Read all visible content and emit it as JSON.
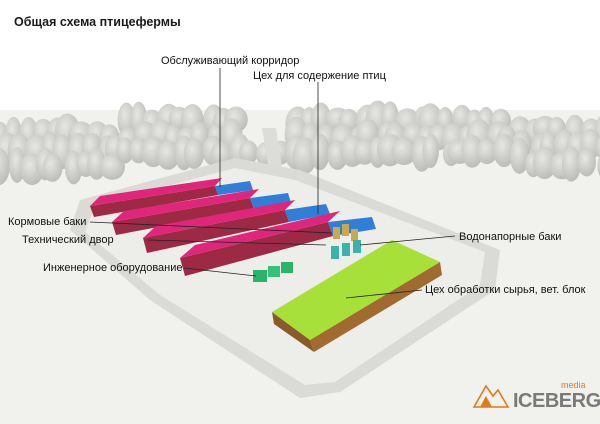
{
  "title": "Общая схема птицефермы",
  "labels": {
    "corridor": "Обслуживающий корридор",
    "bird_house": "Цех для содержение птиц",
    "feed_tanks": "Кормовые баки",
    "tech_yard": "Технический двор",
    "engineering": "Инженерное оборудование",
    "water_tanks": "Водонапорные баки",
    "processing": "Цех обработки сырья, вет. блок"
  },
  "logo": {
    "brand": "ICEBERG",
    "tag": "media",
    "mark": "mountain-logo-icon"
  },
  "colors": {
    "bird_house_roof": "#e0267a",
    "corridor": "#2f7fd8",
    "processing_roof": "#a8e03a",
    "engineering": "#2bb36a",
    "ground": "#f1f1ee",
    "road": "#d7d7d3",
    "trees": "#cfcfcc",
    "logo_accent": "#e07a1a"
  }
}
